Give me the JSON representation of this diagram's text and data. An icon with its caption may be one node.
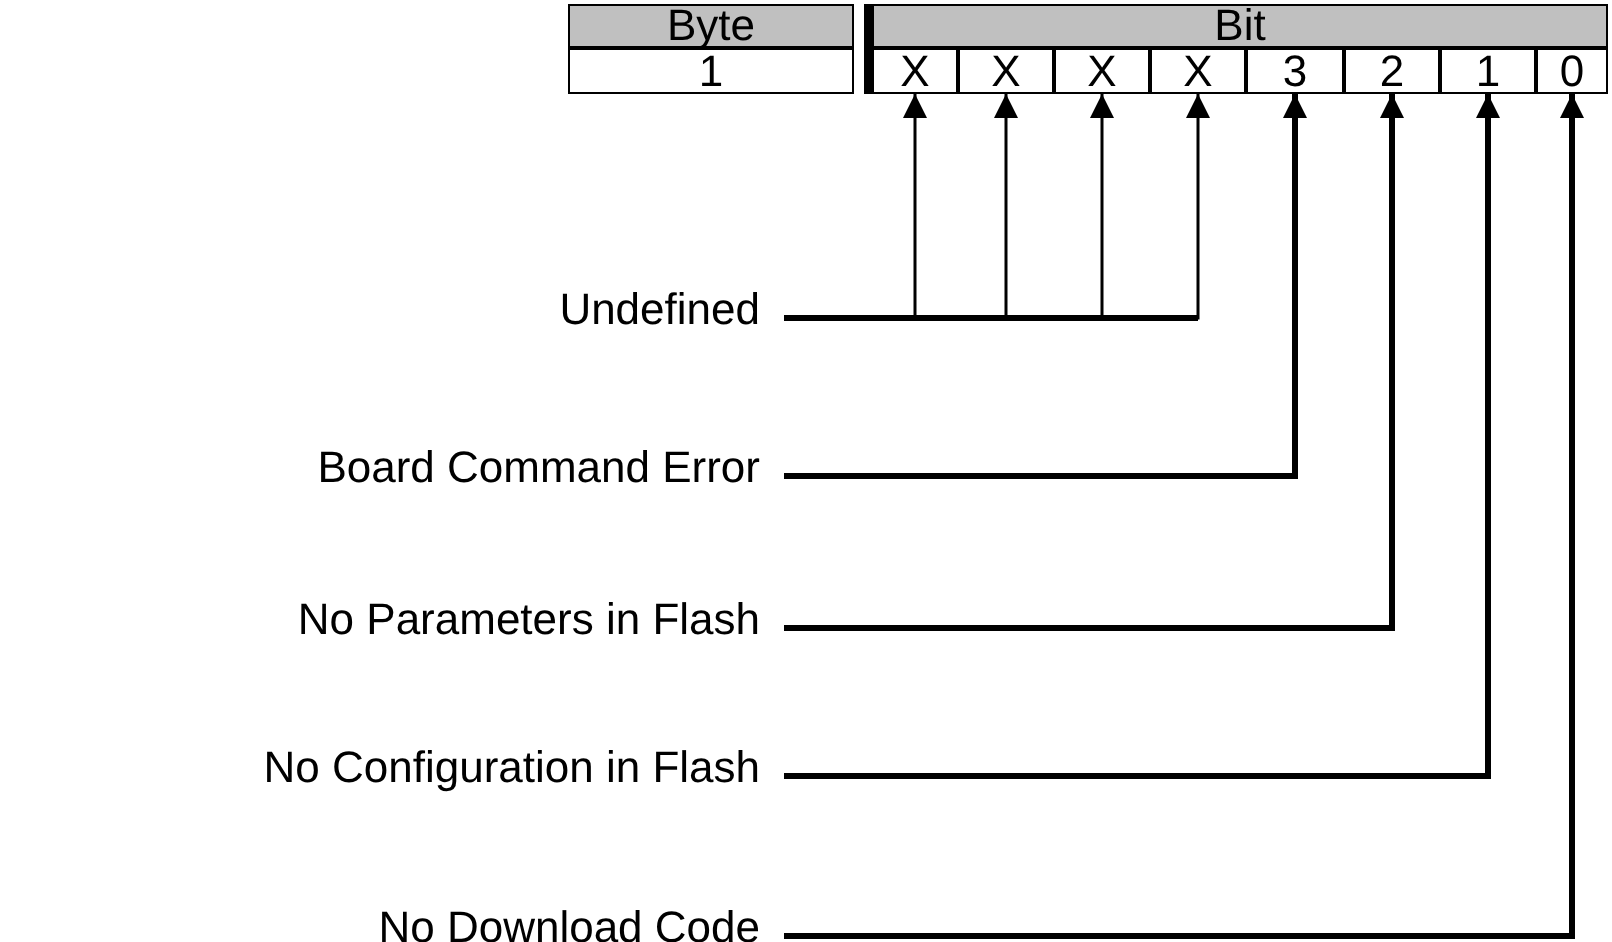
{
  "diagram": {
    "nodes": [
      {
        "text": [
          "Byte"
        ]
      },
      {
        "text": [
          "Bit"
        ]
      },
      {
        "text": [
          "1"
        ]
      },
      {
        "text": [
          "X"
        ]
      },
      {
        "text": [
          "X"
        ]
      },
      {
        "text": [
          "X"
        ]
      },
      {
        "text": [
          "X"
        ]
      },
      {
        "text": [
          "3"
        ]
      },
      {
        "text": [
          "2"
        ]
      },
      {
        "text": [
          "1"
        ]
      },
      {
        "text": [
          "0"
        ]
      },
      {
        "text": [
          "Undefined"
        ]
      },
      {
        "text": [
          "Board Command Error"
        ]
      },
      {
        "text": [
          "No Parameters in Flash"
        ]
      },
      {
        "text": [
          "No Configuration in Flash"
        ]
      },
      {
        "text": [
          "No Download Code"
        ]
      }
    ],
    "edges": [
      {
        "from": 11,
        "to": 3,
        "arrow": "to"
      },
      {
        "from": 11,
        "to": 4,
        "arrow": "to"
      },
      {
        "from": 11,
        "to": 5,
        "arrow": "to"
      },
      {
        "from": 11,
        "to": 6,
        "arrow": "to"
      },
      {
        "from": 12,
        "to": 7,
        "arrow": "to"
      },
      {
        "from": 13,
        "to": 8,
        "arrow": "to"
      },
      {
        "from": 14,
        "to": 9,
        "arrow": "to"
      },
      {
        "from": 15,
        "to": 10,
        "arrow": "to"
      }
    ]
  }
}
